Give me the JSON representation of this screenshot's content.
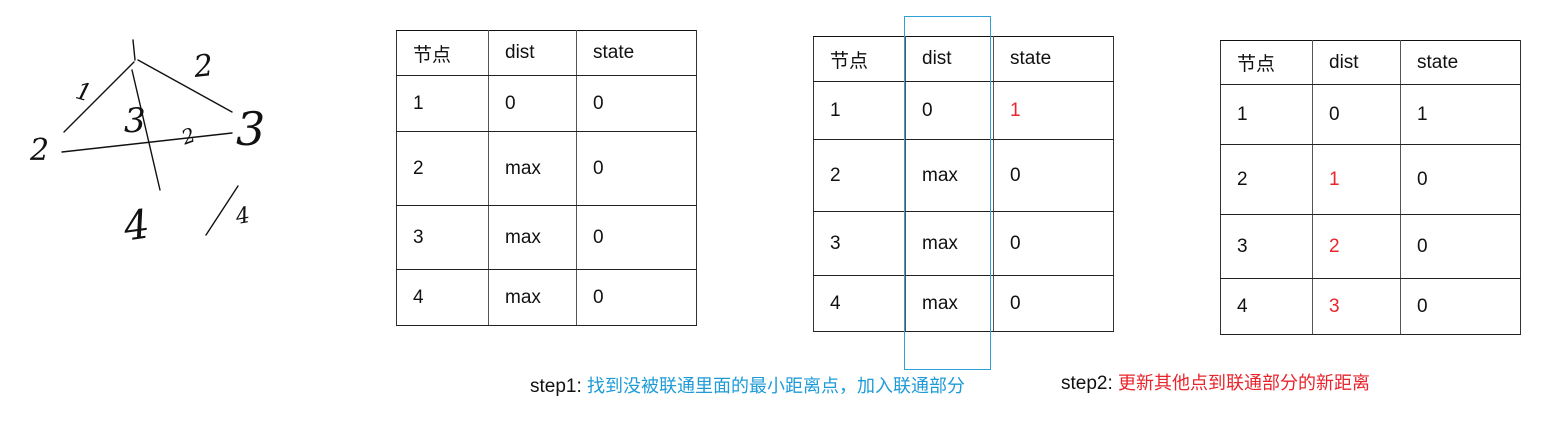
{
  "graph_sketch": {
    "node_labels": [
      "1",
      "2",
      "3",
      "4"
    ],
    "edge_weights": [
      "1",
      "2",
      "3",
      "2",
      "4"
    ]
  },
  "tables": [
    {
      "headers": [
        "节点",
        "dist",
        "state"
      ],
      "rows": [
        [
          "1",
          "0",
          "0"
        ],
        [
          "2",
          "max",
          "0"
        ],
        [
          "3",
          "max",
          "0"
        ],
        [
          "4",
          "max",
          "0"
        ]
      ],
      "red_cells": []
    },
    {
      "headers": [
        "节点",
        "dist",
        "state"
      ],
      "rows": [
        [
          "1",
          "0",
          "1"
        ],
        [
          "2",
          "max",
          "0"
        ],
        [
          "3",
          "max",
          "0"
        ],
        [
          "4",
          "max",
          "0"
        ]
      ],
      "red_cells": [
        "0-2"
      ],
      "highlighted_column": "dist"
    },
    {
      "headers": [
        "节点",
        "dist",
        "state"
      ],
      "rows": [
        [
          "1",
          "0",
          "1"
        ],
        [
          "2",
          "1",
          "0"
        ],
        [
          "3",
          "2",
          "0"
        ],
        [
          "4",
          "3",
          "0"
        ]
      ],
      "red_cells": [
        "1-1",
        "2-1",
        "3-1"
      ]
    }
  ],
  "captions": {
    "step1_label": "step1:",
    "step1_text": "找到没被联通里面的最小距离点，加入联通部分",
    "step2_label": "step2:",
    "step2_text": "更新其他点到联通部分的新距离"
  },
  "colors": {
    "step1_text": "#1e9bd7",
    "highlight_box": "#2f9fd8",
    "updated_values": "#e8242c"
  }
}
